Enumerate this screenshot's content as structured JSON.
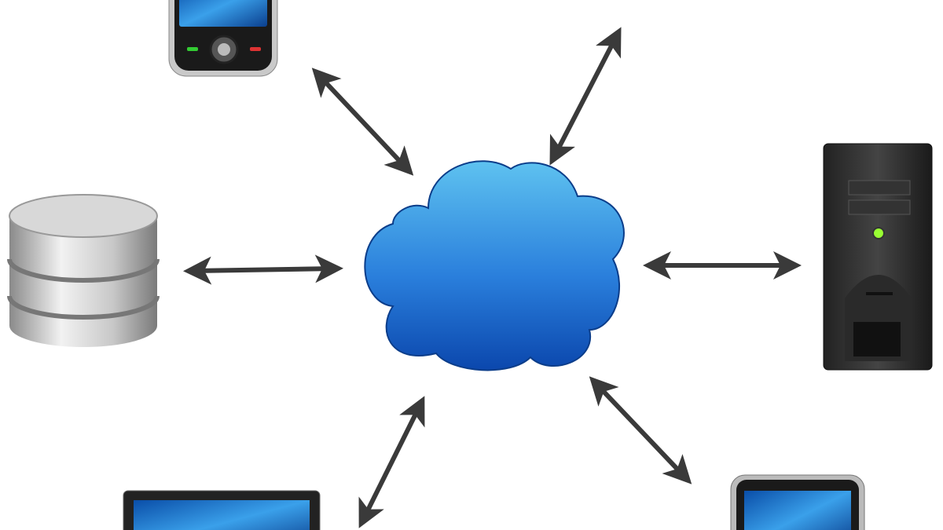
{
  "diagram": {
    "nodes": [
      {
        "id": "cloud",
        "icon": "cloud-icon"
      },
      {
        "id": "phone",
        "icon": "mobile-phone-icon"
      },
      {
        "id": "database",
        "icon": "database-icon"
      },
      {
        "id": "server",
        "icon": "server-tower-icon"
      },
      {
        "id": "laptop",
        "icon": "laptop-icon"
      },
      {
        "id": "tablet",
        "icon": "tablet-icon"
      },
      {
        "id": "offscreen-top-right",
        "icon": "unknown"
      }
    ],
    "edges": [
      {
        "from": "cloud",
        "to": "phone",
        "type": "bidirectional"
      },
      {
        "from": "cloud",
        "to": "offscreen-top-right",
        "type": "bidirectional"
      },
      {
        "from": "cloud",
        "to": "database",
        "type": "bidirectional"
      },
      {
        "from": "cloud",
        "to": "server",
        "type": "bidirectional"
      },
      {
        "from": "cloud",
        "to": "laptop",
        "type": "bidirectional"
      },
      {
        "from": "cloud",
        "to": "tablet",
        "type": "bidirectional"
      }
    ],
    "colors": {
      "cloud_top": "#5bbcef",
      "cloud_bottom": "#0d4fb8",
      "arrow": "#3a3a3a",
      "background": "#ffffff"
    }
  }
}
